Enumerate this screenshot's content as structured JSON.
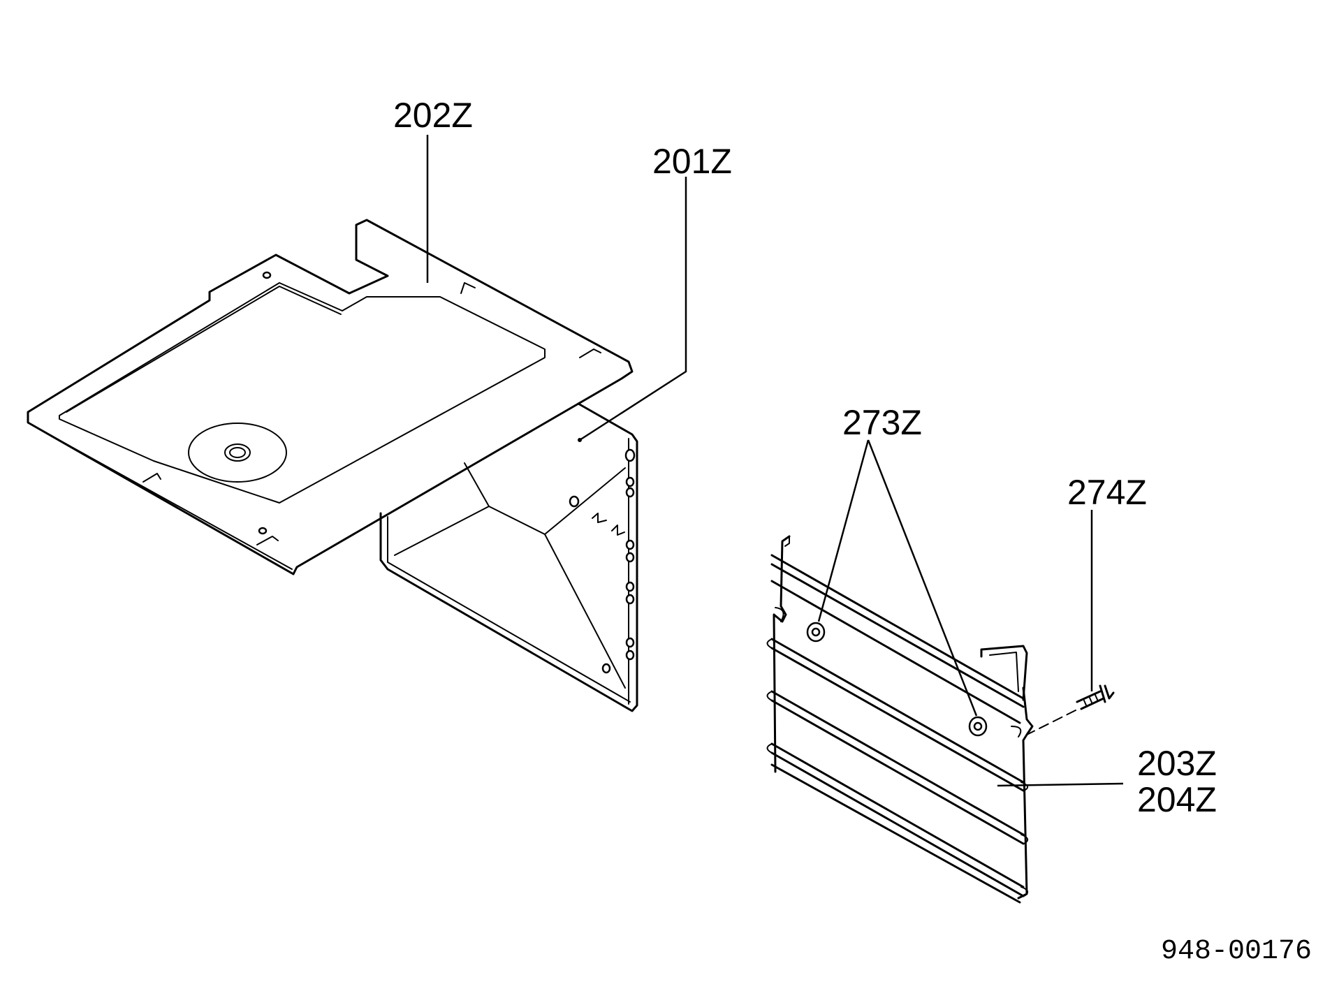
{
  "callouts": {
    "p202": "202Z",
    "p201": "201Z",
    "p273": "273Z",
    "p274": "274Z",
    "p203": "203Z",
    "p204": "204Z"
  },
  "document_number": "948-00176",
  "colors": {
    "line": "#000000",
    "background": "#ffffff"
  }
}
